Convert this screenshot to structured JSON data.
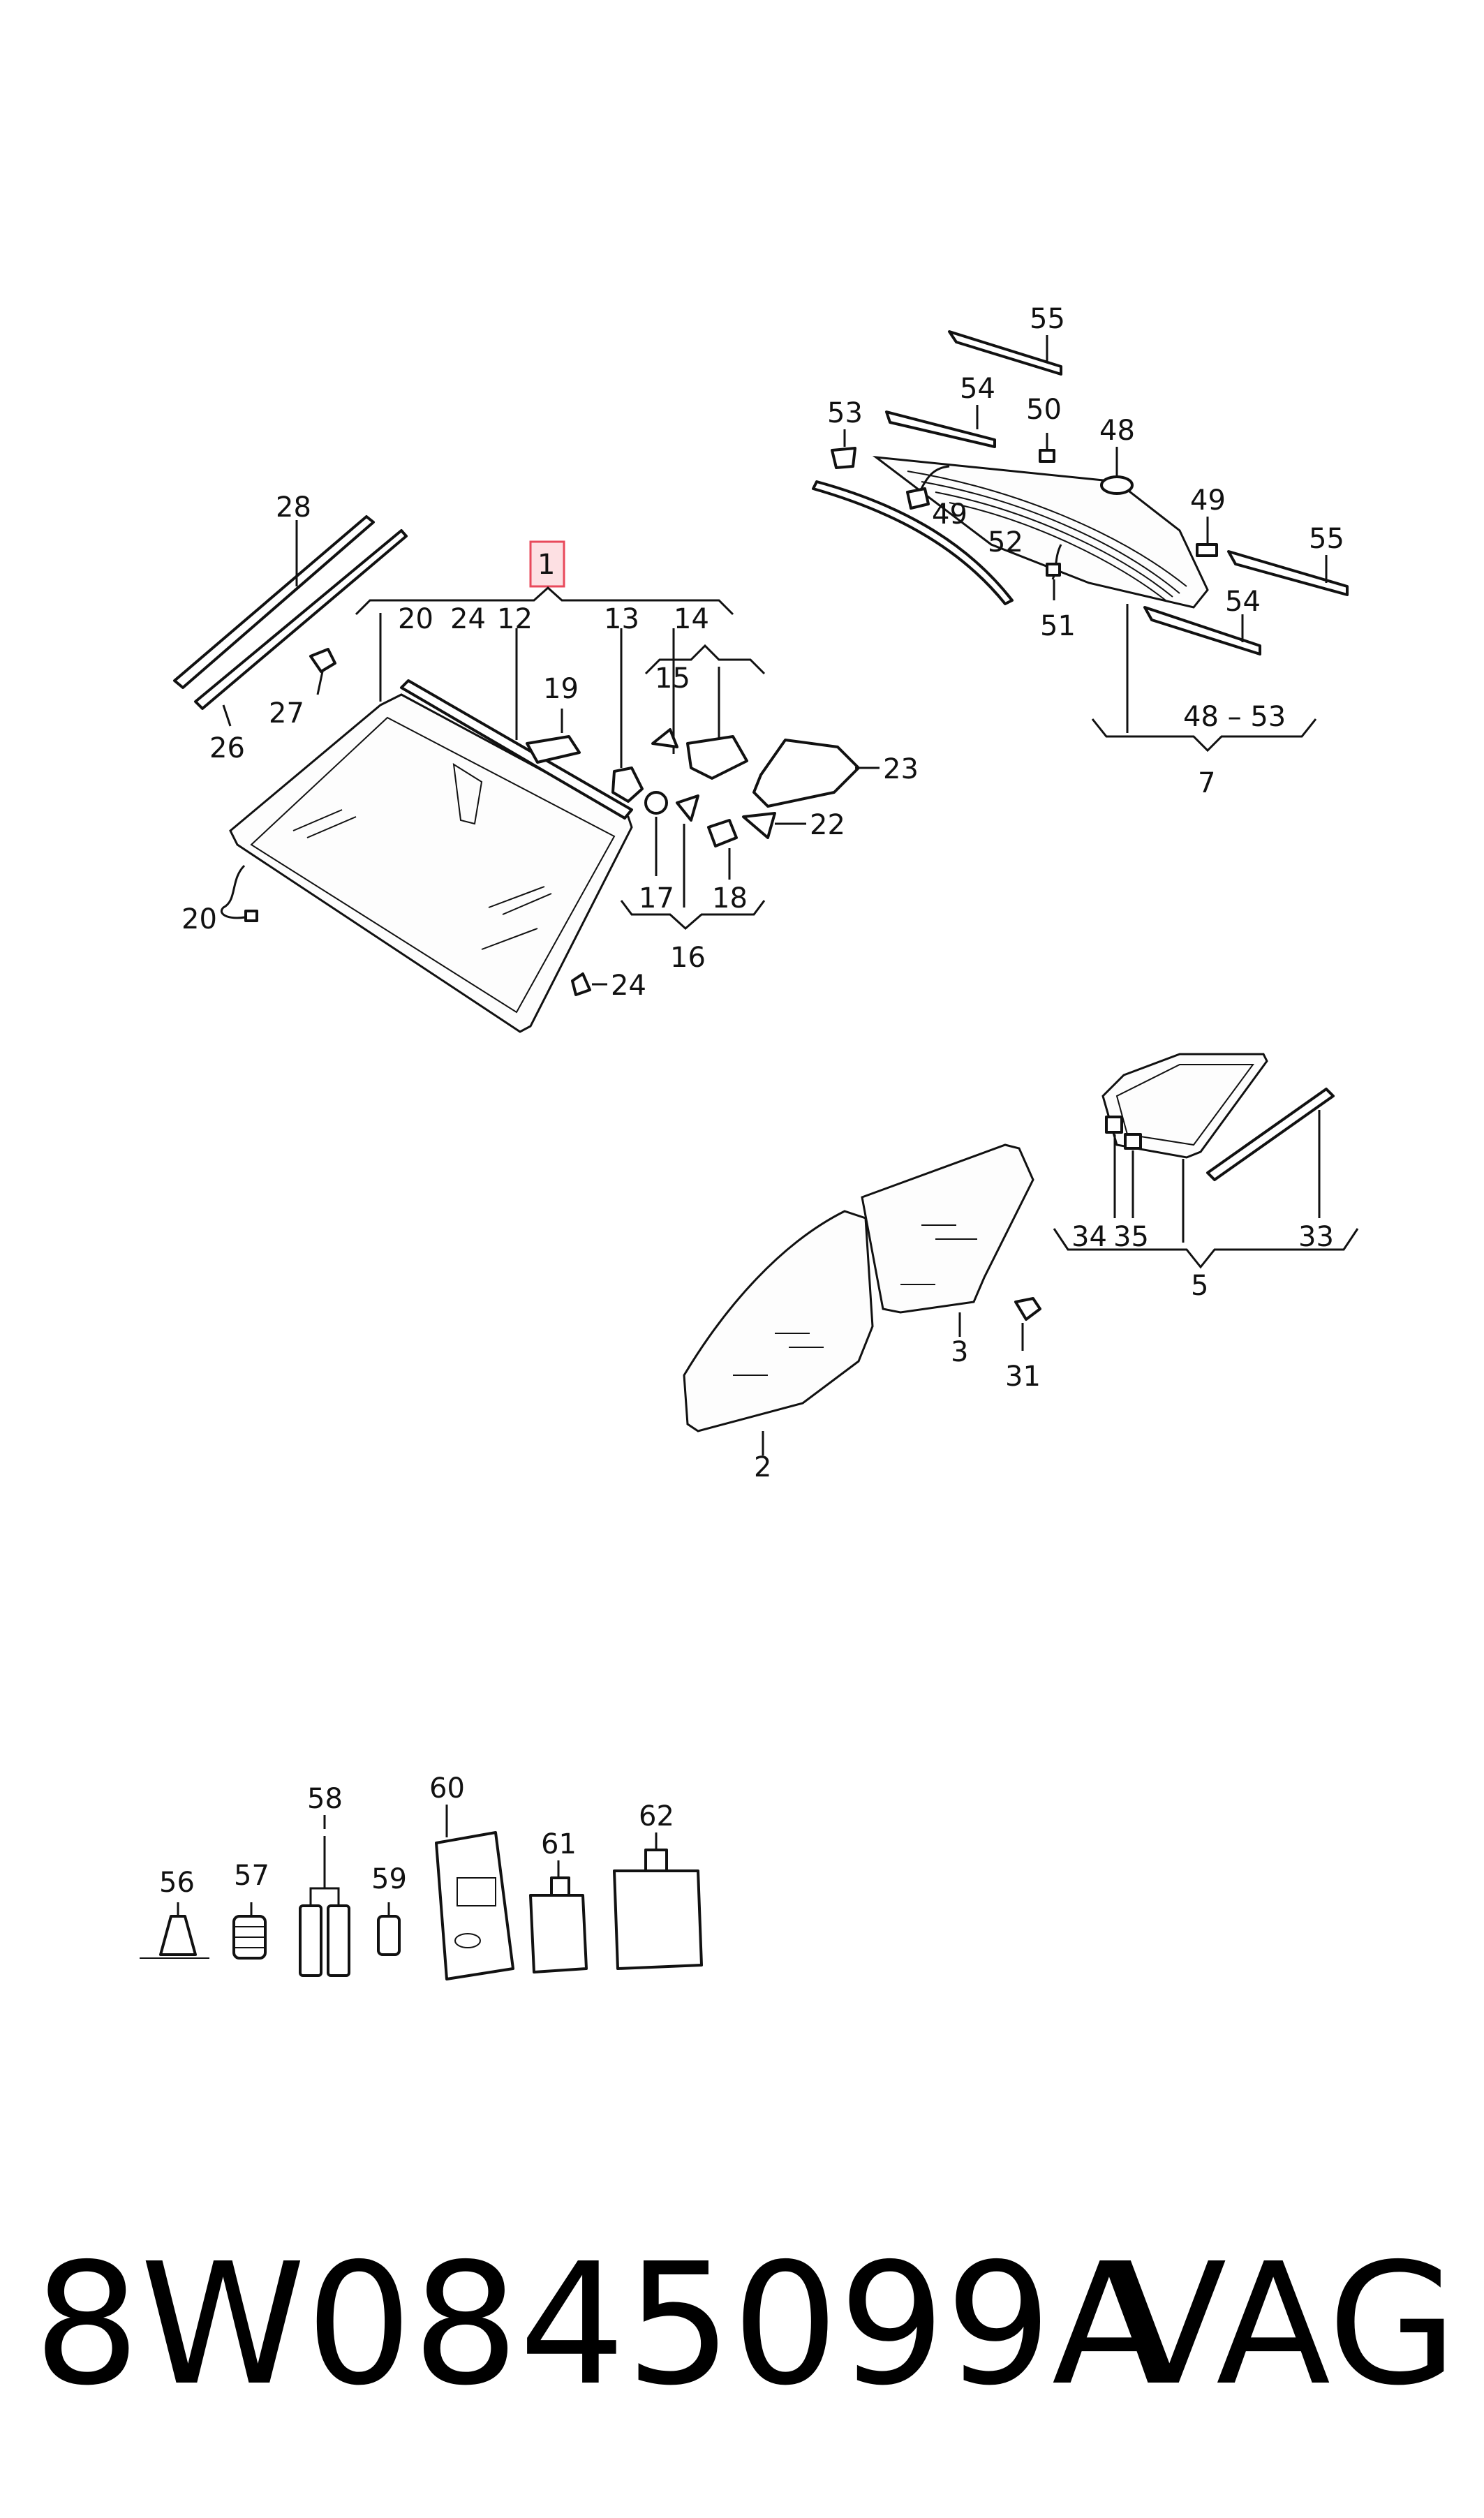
{
  "callouts": [
    {
      "id": "c1",
      "text": "1"
    },
    {
      "id": "c2",
      "text": "2"
    },
    {
      "id": "c3",
      "text": "3"
    },
    {
      "id": "c5",
      "text": "5"
    },
    {
      "id": "c7",
      "text": "7"
    },
    {
      "id": "c12",
      "text": "12"
    },
    {
      "id": "c13",
      "text": "13"
    },
    {
      "id": "c14",
      "text": "14"
    },
    {
      "id": "c15",
      "text": "15"
    },
    {
      "id": "c16",
      "text": "16"
    },
    {
      "id": "c17",
      "text": "17"
    },
    {
      "id": "c18",
      "text": "18"
    },
    {
      "id": "c19",
      "text": "19"
    },
    {
      "id": "c20a",
      "text": "20"
    },
    {
      "id": "c20b",
      "text": "20"
    },
    {
      "id": "c22",
      "text": "22"
    },
    {
      "id": "c23",
      "text": "23"
    },
    {
      "id": "c24a",
      "text": "24"
    },
    {
      "id": "c24b",
      "text": "24"
    },
    {
      "id": "c26",
      "text": "26"
    },
    {
      "id": "c27",
      "text": "27"
    },
    {
      "id": "c28",
      "text": "28"
    },
    {
      "id": "c31",
      "text": "31"
    },
    {
      "id": "c33",
      "text": "33"
    },
    {
      "id": "c34",
      "text": "34"
    },
    {
      "id": "c35",
      "text": "35"
    },
    {
      "id": "c48",
      "text": "48"
    },
    {
      "id": "c4853",
      "text": "48 – 53"
    },
    {
      "id": "c49a",
      "text": "49"
    },
    {
      "id": "c49b",
      "text": "49"
    },
    {
      "id": "c50",
      "text": "50"
    },
    {
      "id": "c51",
      "text": "51"
    },
    {
      "id": "c52",
      "text": "52"
    },
    {
      "id": "c53",
      "text": "53"
    },
    {
      "id": "c54a",
      "text": "54"
    },
    {
      "id": "c54b",
      "text": "54"
    },
    {
      "id": "c55a",
      "text": "55"
    },
    {
      "id": "c55b",
      "text": "55"
    },
    {
      "id": "c56",
      "text": "56"
    },
    {
      "id": "c57",
      "text": "57"
    },
    {
      "id": "c58",
      "text": "58"
    },
    {
      "id": "c59",
      "text": "59"
    },
    {
      "id": "c60",
      "text": "60"
    },
    {
      "id": "c61",
      "text": "61"
    },
    {
      "id": "c62",
      "text": "62"
    }
  ],
  "footer": {
    "part_number": "8W0845099A",
    "brand": "VAG"
  },
  "colors": {
    "highlight_fill": "#fde0e3",
    "highlight_stroke": "#e8495b",
    "line": "#111111"
  }
}
